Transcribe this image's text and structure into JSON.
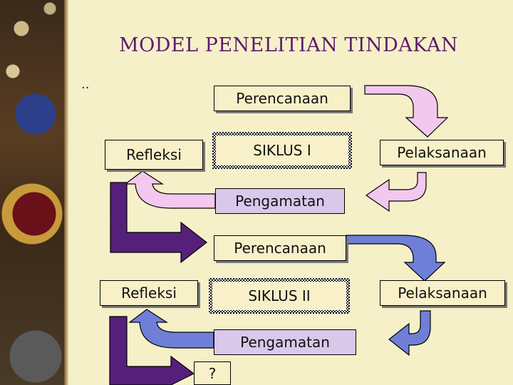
{
  "title": "MODEL PENELITIAN TINDAKAN",
  "dots": "..",
  "cycle1": {
    "perencanaan": "Perencanaan",
    "siklus": "SIKLUS I",
    "refleksi": "Refleksi",
    "pelaksanaan": "Pelaksanaan",
    "pengamatan": "Pengamatan"
  },
  "cycle2": {
    "perencanaan": "Perencanaan",
    "siklus": "SIKLUS II",
    "refleksi": "Refleksi",
    "pelaksanaan": "Pelaksanaan",
    "pengamatan": "Pengamatan"
  },
  "question": "?",
  "colors": {
    "title": "#5b1d6b",
    "arrow_pink": "#f3c8ee",
    "arrow_blue": "#6f7fd8",
    "arrow_purple": "#55207a",
    "box_purple": "#d9c8ea",
    "box_cream": "#f8f0c8"
  }
}
